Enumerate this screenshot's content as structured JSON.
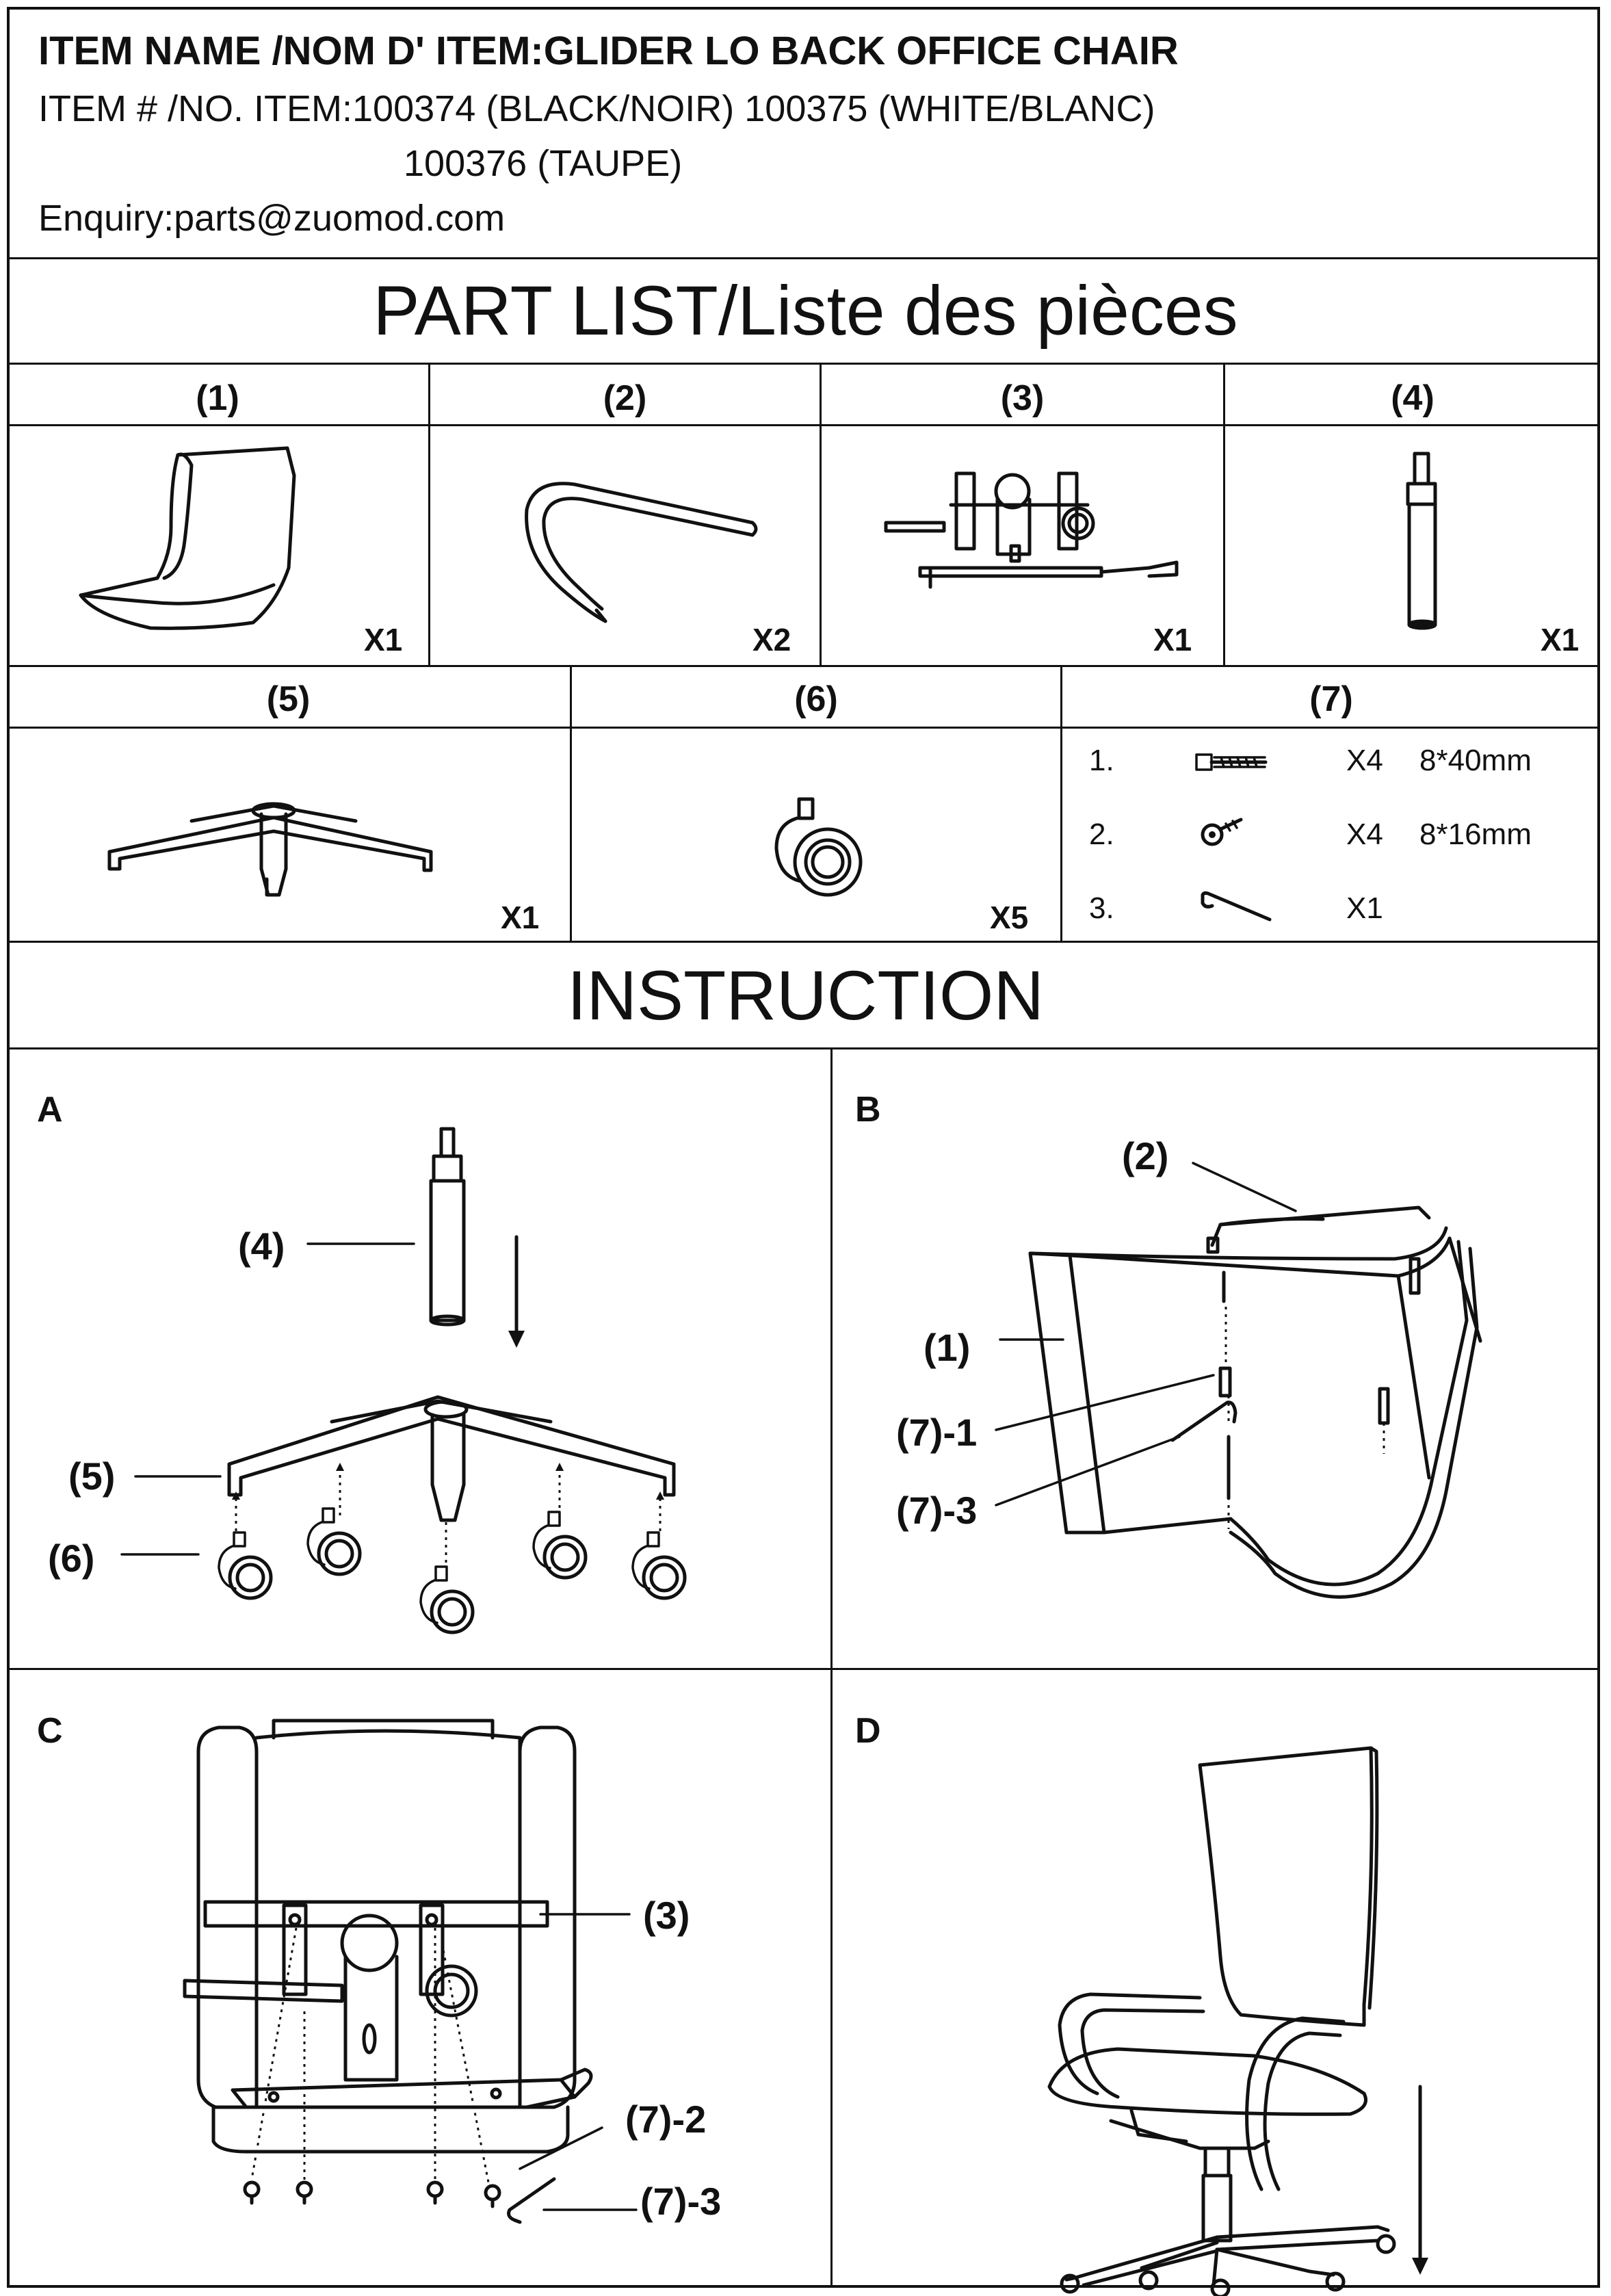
{
  "header": {
    "item_name": "ITEM NAME /NOM D' ITEM:GLIDER LO BACK OFFICE CHAIR",
    "item_no_line1": "ITEM # /NO. ITEM:100374 (BLACK/NOIR)   100375 (WHITE/BLANC)",
    "item_no_line2": "100376 (TAUPE)",
    "enquiry": "Enquiry:parts@zuomod.com"
  },
  "part_list": {
    "title": "PART LIST/Liste des pièces",
    "row1": [
      {
        "num": "(1)",
        "qty": "X1",
        "icon": "seat-shell-icon"
      },
      {
        "num": "(2)",
        "qty": "X2",
        "icon": "armrest-icon"
      },
      {
        "num": "(3)",
        "qty": "X1",
        "icon": "tilt-mechanism-icon"
      },
      {
        "num": "(4)",
        "qty": "X1",
        "icon": "gas-cylinder-icon"
      }
    ],
    "row2": [
      {
        "num": "(5)",
        "qty": "X1",
        "icon": "star-base-icon"
      },
      {
        "num": "(6)",
        "qty": "X5",
        "icon": "caster-icon"
      },
      {
        "num": "(7)"
      }
    ],
    "hardware": [
      {
        "idx": "1.",
        "qty": "X4",
        "size": "8*40mm",
        "icon": "long-bolt-icon"
      },
      {
        "idx": "2.",
        "qty": "X4",
        "size": "8*16mm",
        "icon": "short-bolt-icon"
      },
      {
        "idx": "3.",
        "qty": "X1",
        "size": "",
        "icon": "allen-key-icon"
      }
    ]
  },
  "instruction": {
    "title": "INSTRUCTION",
    "steps": {
      "a": {
        "letter": "A",
        "labels": {
          "p4": "(4)",
          "p5": "(5)",
          "p6": "(6)"
        }
      },
      "b": {
        "letter": "B",
        "labels": {
          "p2": "(2)",
          "p1": "(1)",
          "p71": "(7)-1",
          "p73": "(7)-3"
        }
      },
      "c": {
        "letter": "C",
        "labels": {
          "p3": "(3)",
          "p72": "(7)-2",
          "p73": "(7)-3"
        }
      },
      "d": {
        "letter": "D"
      }
    }
  }
}
